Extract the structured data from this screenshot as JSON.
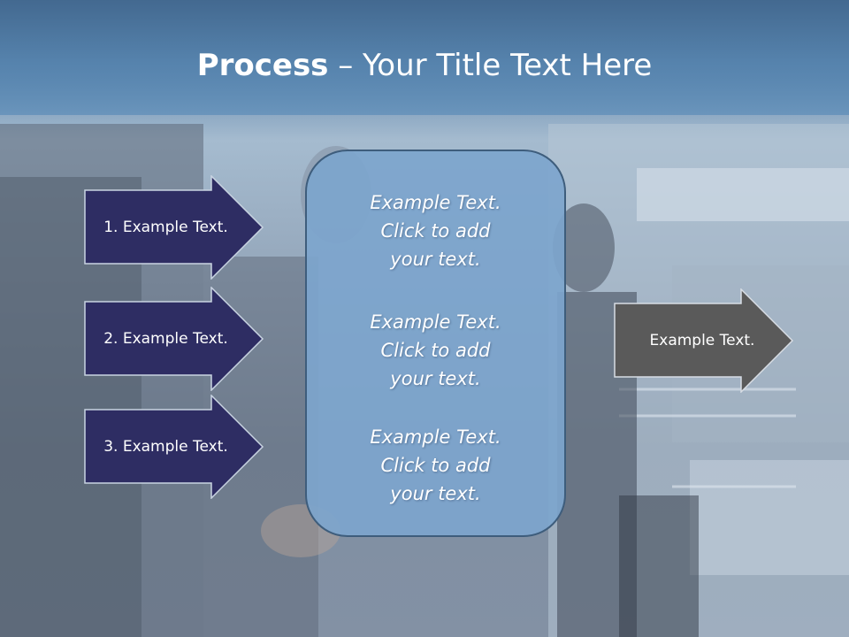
{
  "title": {
    "bold": "Process",
    "rest": " – Your Title Text Here"
  },
  "inputs": [
    {
      "label": "1. Example Text."
    },
    {
      "label": "2. Example Text."
    },
    {
      "label": "3. Example Text."
    }
  ],
  "center_box": {
    "blocks": [
      {
        "lines": [
          "Example Text.",
          "Click  to add",
          "your text."
        ]
      },
      {
        "lines": [
          "Example Text.",
          "Click  to add",
          "your text."
        ]
      },
      {
        "lines": [
          "Example Text.",
          "Click  to add",
          "your text."
        ]
      }
    ]
  },
  "output": {
    "label": "Example Text."
  },
  "colors": {
    "input_arrow": "#2e2d63",
    "output_arrow": "#5a5a5a",
    "center_box": "#7da5cd",
    "title_band": "#4a749d"
  }
}
